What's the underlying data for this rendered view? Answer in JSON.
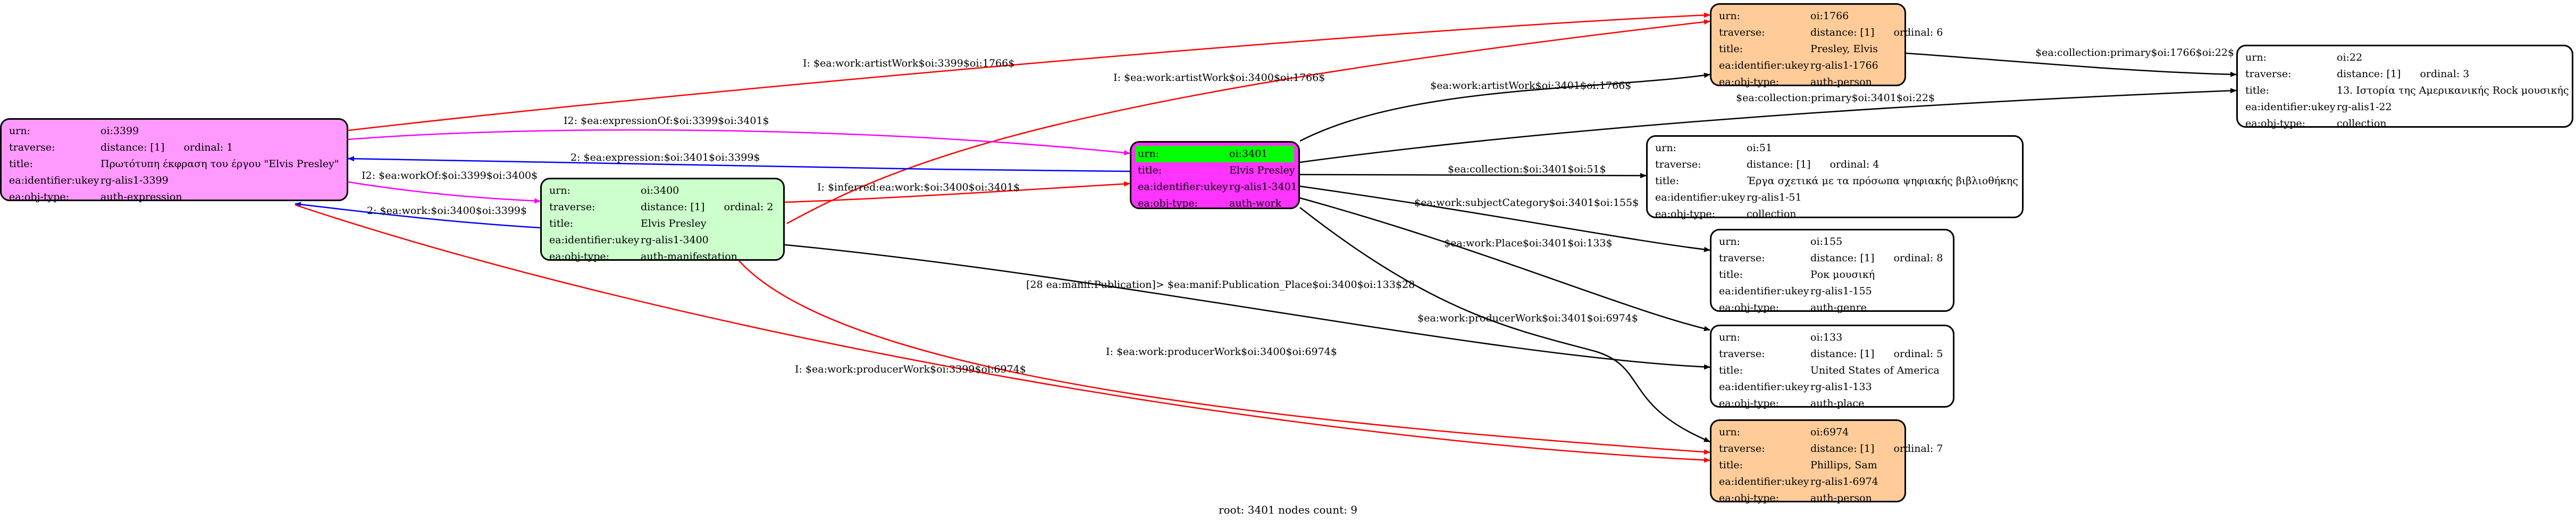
{
  "field_keys": [
    "urn:",
    "traverse:",
    "title:",
    "ea:identifier:ukey",
    "ea:obj-type:"
  ],
  "colors": {
    "expression": "#ff99ff",
    "manifestation": "#ccffcc",
    "work": "#ff33ff",
    "work_highlight": "#00ff00",
    "person": "#ffcc99",
    "plain": "#ffffff",
    "edge_red": "#ff0000",
    "edge_magenta": "#ff00ff",
    "edge_blue": "#0000ff",
    "edge_black": "#000000"
  },
  "nodes": {
    "n3399": {
      "urn": "oi:3399",
      "traverse": [
        "distance: [1]",
        "ordinal: 1"
      ],
      "title": "Πρωτότυπη έκφραση του έργου \"Elvis Presley\"",
      "ukey": "rg-alis1-3399",
      "objtype": "auth-expression"
    },
    "n3400": {
      "urn": "oi:3400",
      "traverse": [
        "distance: [1]",
        "ordinal: 2"
      ],
      "title": "Elvis Presley",
      "ukey": "rg-alis1-3400",
      "objtype": "auth-manifestation"
    },
    "n3401": {
      "urn": "oi:3401",
      "title": "Elvis Presley",
      "ukey": "rg-alis1-3401",
      "objtype": "auth-work"
    },
    "n1766": {
      "urn": "oi:1766",
      "traverse": [
        "distance: [1]",
        "ordinal: 6"
      ],
      "title": "Presley, Elvis",
      "ukey": "rg-alis1-1766",
      "objtype": "auth-person"
    },
    "n22": {
      "urn": "oi:22",
      "traverse": [
        "distance: [1]",
        "ordinal: 3"
      ],
      "title": "13. Ιστορία της Αμερικανικής Rock μουσικής",
      "ukey": "rg-alis1-22",
      "objtype": "collection"
    },
    "n51": {
      "urn": "oi:51",
      "traverse": [
        "distance: [1]",
        "ordinal: 4"
      ],
      "title": "Έργα σχετικά με τα πρόσωπα ψηφιακής βιβλιοθήκης",
      "ukey": "rg-alis1-51",
      "objtype": "collection"
    },
    "n155": {
      "urn": "oi:155",
      "traverse": [
        "distance: [1]",
        "ordinal: 8"
      ],
      "title": "Ροκ μουσική",
      "ukey": "rg-alis1-155",
      "objtype": "auth-genre"
    },
    "n133": {
      "urn": "oi:133",
      "traverse": [
        "distance: [1]",
        "ordinal: 5"
      ],
      "title": "United States of America",
      "ukey": "rg-alis1-133",
      "objtype": "auth-place"
    },
    "n6974": {
      "urn": "oi:6974",
      "traverse": [
        "distance: [1]",
        "ordinal: 7"
      ],
      "title": "Phillips, Sam",
      "ukey": "rg-alis1-6974",
      "objtype": "auth-person"
    }
  },
  "edges": {
    "e1": "I: $ea:work:artistWork$oi:3399$oi:1766$",
    "e2": "I: $ea:work:artistWork$oi:3400$oi:1766$",
    "e3": "$ea:work:artistWork$oi:3401$oi:1766$",
    "e4": "$ea:collection:primary$oi:1766$oi:22$",
    "e5": "$ea:collection:primary$oi:3401$oi:22$",
    "e6": "I2: $ea:expressionOf:$oi:3399$oi:3401$",
    "e7": "2: $ea:expression:$oi:3401$oi:3399$",
    "e8": "I2: $ea:workOf:$oi:3399$oi:3400$",
    "e9": "2: $ea:work:$oi:3400$oi:3399$",
    "e10": "I: $inferred:ea:work:$oi:3400$oi:3401$",
    "e11": "$ea:collection:$oi:3401$oi:51$",
    "e12": "$ea:work:subjectCategory$oi:3401$oi:155$",
    "e13": "$ea:work:Place$oi:3401$oi:133$",
    "e14": "[28 ea:manif:Publication]> $ea:manif:Publication_Place$oi:3400$oi:133$28",
    "e15": "$ea:work:producerWork$oi:3401$oi:6974$",
    "e16": "I: $ea:work:producerWork$oi:3400$oi:6974$",
    "e17": "I: $ea:work:producerWork$oi:3399$oi:6974$"
  },
  "footer": "root: 3401 nodes count: 9"
}
